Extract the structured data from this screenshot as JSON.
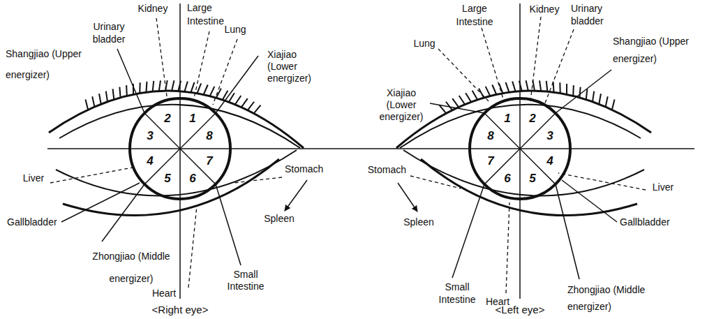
{
  "diagram": {
    "labels": [
      "Shangjiao (Upper energizer)",
      "Urinary bladder",
      "Kidney",
      "Large Intestine",
      "Lung",
      "Xiajiao (Lower energizer)",
      "2",
      "1",
      "3",
      "8",
      "4",
      "7",
      "5",
      "6",
      "Liver",
      "Stomach",
      "Gallbladder",
      "Spleen",
      "Zhongjiao (Middle energizer)",
      "Heart",
      "Small Intestine",
      "<Right eye>",
      "Lung",
      "Large Intestine",
      "Kidney",
      "Urinary bladder",
      "Shangjiao (Upper energizer)",
      "Xiajiao (Lower energizer)",
      "1",
      "2",
      "8",
      "3",
      "7",
      "4",
      "6",
      "5",
      "Stomach",
      "Liver",
      "Spleen",
      "Gallbladder",
      "Small Intestine",
      "Heart",
      "Zhongjiao (Middle energizer)",
      "<Left eye>"
    ]
  }
}
